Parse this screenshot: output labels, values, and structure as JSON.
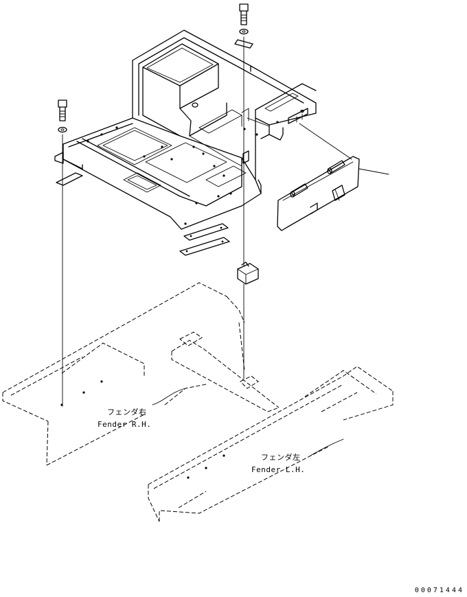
{
  "labels": {
    "fender_rh_jp": "フェンダ右",
    "fender_rh_en": "Fender R.H.",
    "fender_lh_jp": "フェンダ左",
    "fender_lh_en": "Fender L.H."
  },
  "part_number": "00071444"
}
